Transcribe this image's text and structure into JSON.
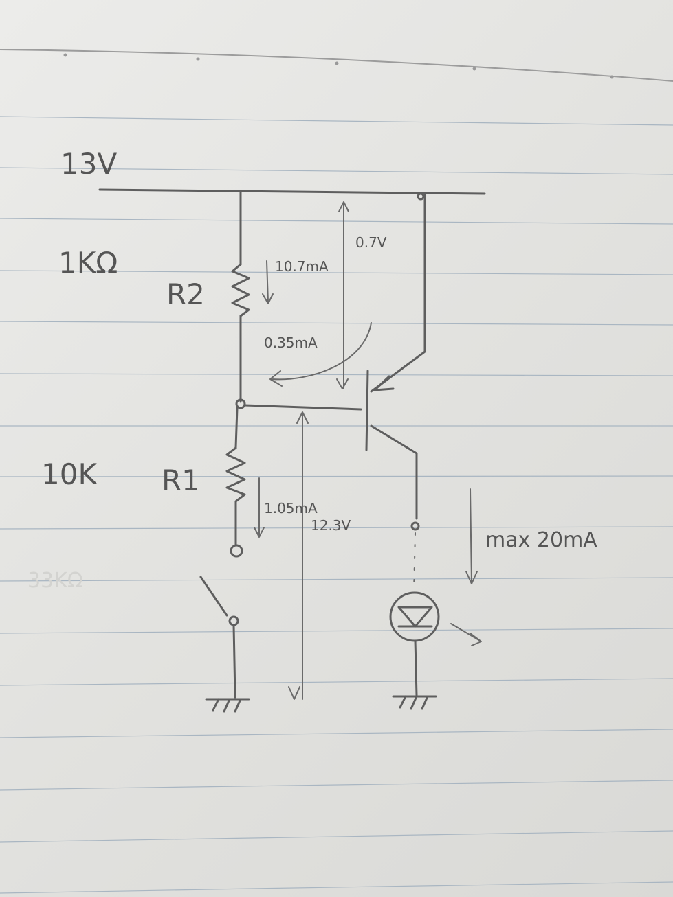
{
  "supply_voltage": "13V",
  "r2": {
    "label": "R2",
    "value": "1KΩ",
    "current": "10.7mA"
  },
  "r1": {
    "label": "R1",
    "value": "10K",
    "current": "1.05mA"
  },
  "transistor": {
    "vbe": "0.7V",
    "base_current": "0.35mA",
    "base_voltage": "12.3V"
  },
  "led": {
    "max_current": "max 20mA"
  },
  "faint_note": "33KΩ"
}
